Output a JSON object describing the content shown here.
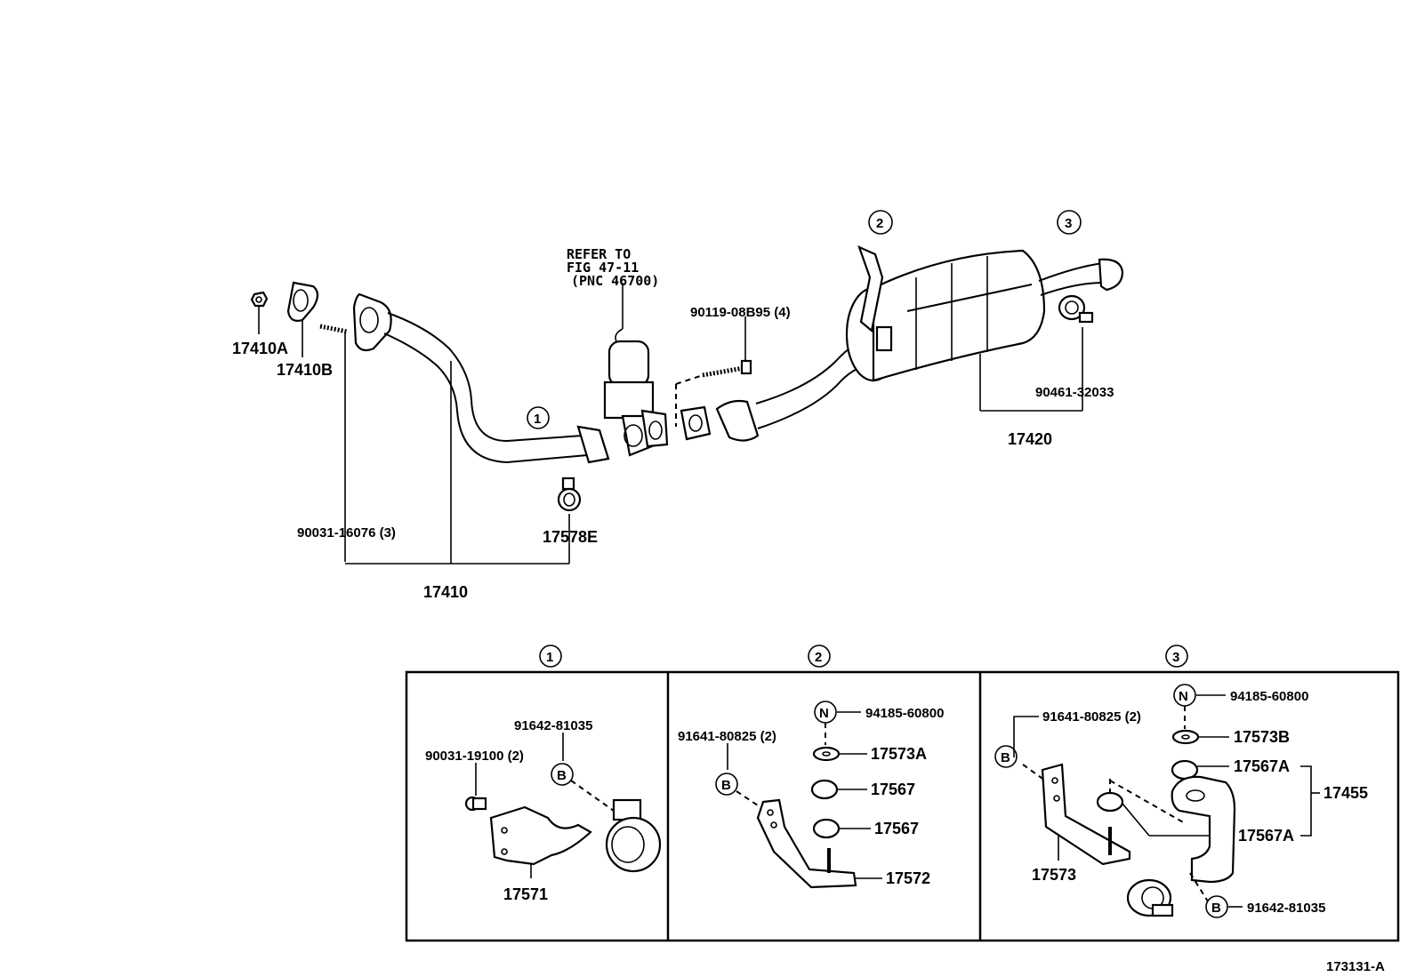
{
  "labels": {
    "p17410A": "17410A",
    "p17410B": "17410B",
    "p90031_16076": "90031-16076 (3)",
    "p17410": "17410",
    "p17578E": "17578E",
    "refer1": "REFER TO",
    "refer2": "FIG 47-11",
    "refer3": "(PNC 46700)",
    "p90119": "90119-08B95 (4)",
    "p90461": "90461-32033",
    "p17420": "17420",
    "circle1": "1",
    "circle2": "2",
    "circle3": "3"
  },
  "detail1": {
    "title": "1",
    "p91642": "91642-81035",
    "p90031_19100": "90031-19100 (2)",
    "b": "B",
    "p17571": "17571"
  },
  "detail2": {
    "title": "2",
    "n": "N",
    "p94185": "94185-60800",
    "p91641": "91641-80825 (2)",
    "p17573A": "17573A",
    "b": "B",
    "p17567a": "17567",
    "p17567b": "17567",
    "p17572": "17572"
  },
  "detail3": {
    "title": "3",
    "n": "N",
    "p94185": "94185-60800",
    "p91641": "91641-80825 (2)",
    "p17573B": "17573B",
    "b": "B",
    "p17567A_top": "17567A",
    "p17455": "17455",
    "p17567A_mid": "17567A",
    "p17573": "17573",
    "b2": "B",
    "p91642": "91642-81035"
  },
  "figure_id": "173131-A"
}
